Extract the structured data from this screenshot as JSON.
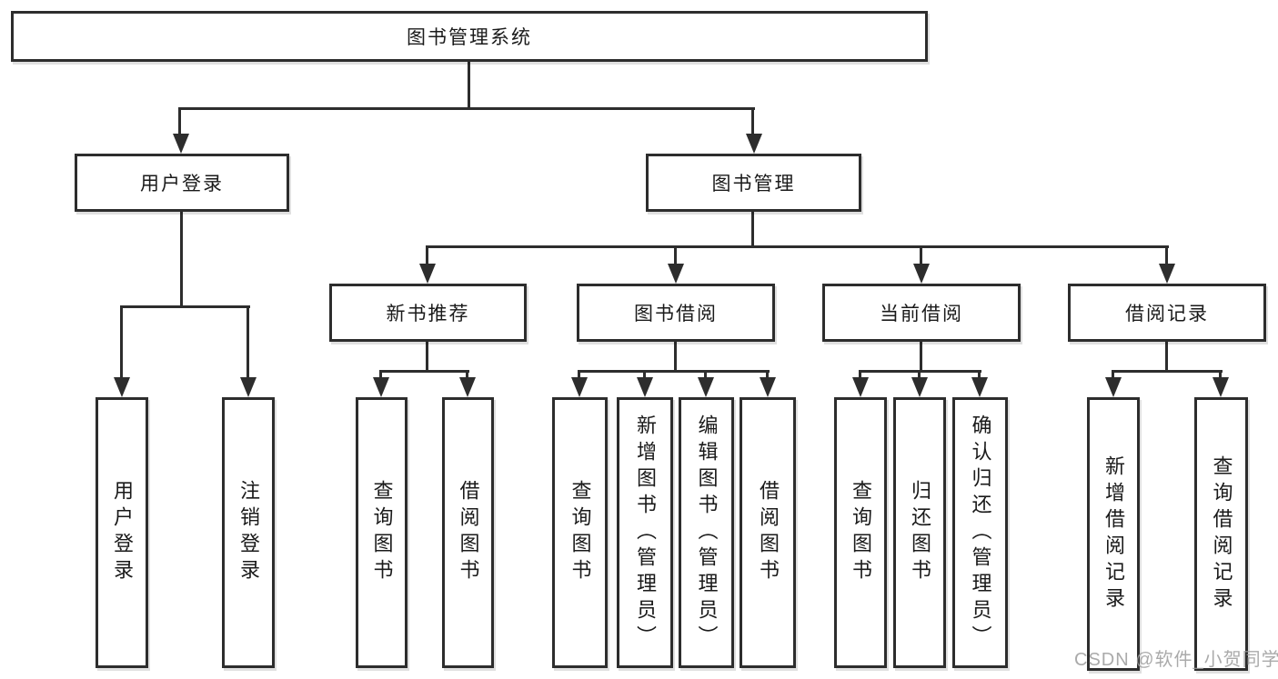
{
  "tree": {
    "label": "图书管理系统",
    "children": [
      {
        "label": "用户登录",
        "children": [
          {
            "label": "用户登录"
          },
          {
            "label": "注销登录"
          }
        ]
      },
      {
        "label": "图书管理",
        "children": [
          {
            "label": "新书推荐",
            "children": [
              {
                "label": "查询图书"
              },
              {
                "label": "借阅图书"
              }
            ]
          },
          {
            "label": "图书借阅",
            "children": [
              {
                "label": "查询图书"
              },
              {
                "label": "新增图书（管理员）"
              },
              {
                "label": "编辑图书（管理员）"
              },
              {
                "label": "借阅图书"
              }
            ]
          },
          {
            "label": "当前借阅",
            "children": [
              {
                "label": "查询图书"
              },
              {
                "label": "归还图书"
              },
              {
                "label": "确认归还（管理员）"
              }
            ]
          },
          {
            "label": "借阅记录",
            "children": [
              {
                "label": "新增借阅记录"
              },
              {
                "label": "查询借阅记录"
              }
            ]
          }
        ]
      }
    ]
  },
  "watermark": {
    "text": "CSDN @软件_小贺同学",
    "color": "#9c9c9c"
  },
  "colors": {
    "ink": "#2d2d2d",
    "background": "#ffffff",
    "text": "#1a1a1a"
  }
}
